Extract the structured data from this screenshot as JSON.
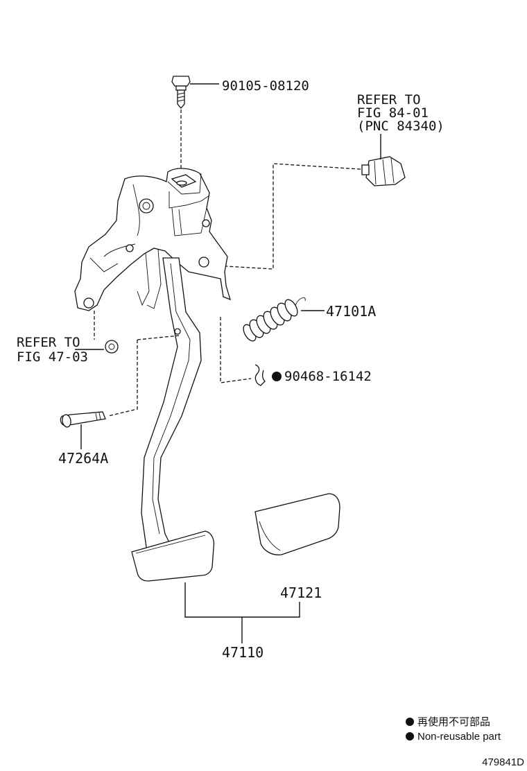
{
  "diagram": {
    "figure_id": "479841D",
    "labels": {
      "bolt": "90105-08120",
      "refer_switch_1": "REFER TO",
      "refer_switch_2": "FIG 84-01",
      "refer_switch_3": "(PNC 84340)",
      "spring": "47101A",
      "refer_nut_1": "REFER TO",
      "refer_nut_2": "FIG 47-03",
      "clip": "90468-16142",
      "pin": "47264A",
      "pad": "47121",
      "pedal": "47110"
    },
    "legend": {
      "line_jp": "再使用不可部品",
      "line_en": "Non-reusable part"
    }
  }
}
